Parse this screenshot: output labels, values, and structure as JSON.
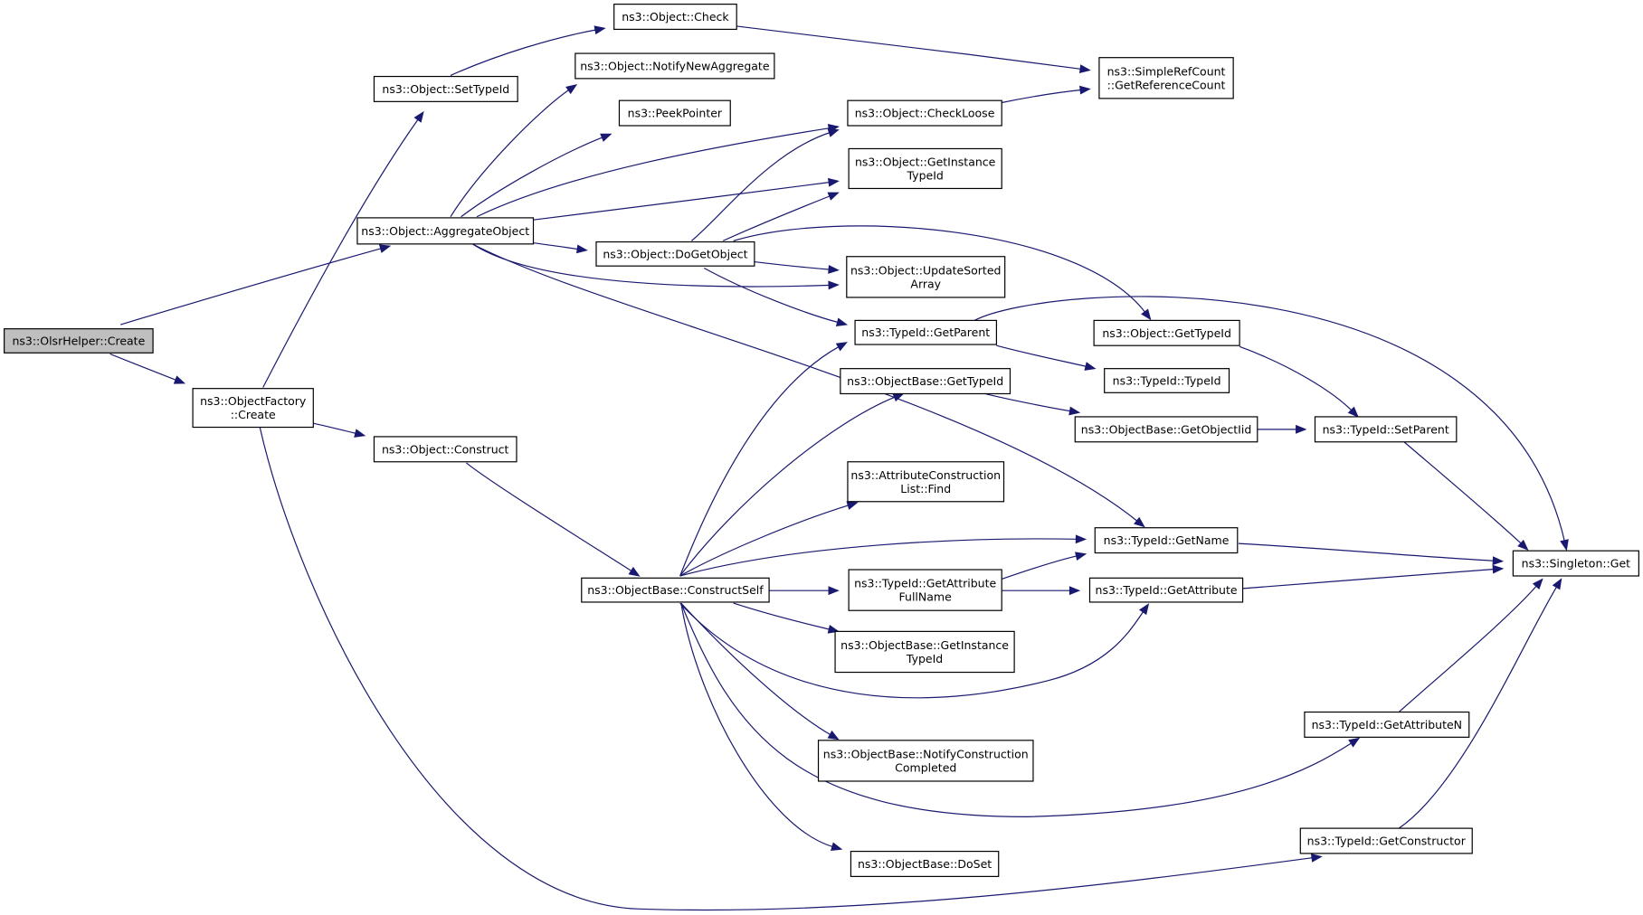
{
  "graph": {
    "colors": {
      "edge": "#191970",
      "node_border": "#000000",
      "root_fill": "#bfbfbf",
      "node_fill": "#ffffff"
    },
    "nodes": [
      {
        "id": "olsr_create",
        "lines": [
          "ns3::OlsrHelper::Create"
        ],
        "root": true
      },
      {
        "id": "of_create",
        "lines": [
          "ns3::ObjectFactory",
          "::Create"
        ]
      },
      {
        "id": "set_typeid",
        "lines": [
          "ns3::Object::SetTypeId"
        ]
      },
      {
        "id": "aggregate",
        "lines": [
          "ns3::Object::AggregateObject"
        ]
      },
      {
        "id": "construct",
        "lines": [
          "ns3::Object::Construct"
        ]
      },
      {
        "id": "check",
        "lines": [
          "ns3::Object::Check"
        ]
      },
      {
        "id": "notify_new_agg",
        "lines": [
          "ns3::Object::NotifyNewAggregate"
        ]
      },
      {
        "id": "peek_pointer",
        "lines": [
          "ns3::PeekPointer"
        ]
      },
      {
        "id": "check_loose",
        "lines": [
          "ns3::Object::CheckLoose"
        ]
      },
      {
        "id": "get_instance_typeid",
        "lines": [
          "ns3::Object::GetInstance",
          "TypeId"
        ]
      },
      {
        "id": "do_get_object",
        "lines": [
          "ns3::Object::DoGetObject"
        ]
      },
      {
        "id": "update_sorted",
        "lines": [
          "ns3::Object::UpdateSorted",
          "Array"
        ]
      },
      {
        "id": "simple_refcount",
        "lines": [
          "ns3::SimpleRefCount",
          "::GetReferenceCount"
        ]
      },
      {
        "id": "typeid_getparent",
        "lines": [
          "ns3::TypeId::GetParent"
        ]
      },
      {
        "id": "object_gettypeid",
        "lines": [
          "ns3::Object::GetTypeId"
        ]
      },
      {
        "id": "typeid_typeid",
        "lines": [
          "ns3::TypeId::TypeId"
        ]
      },
      {
        "id": "objectbase_gettypeid",
        "lines": [
          "ns3::ObjectBase::GetTypeId"
        ]
      },
      {
        "id": "objectbase_getobjectiid",
        "lines": [
          "ns3::ObjectBase::GetObjectIid"
        ]
      },
      {
        "id": "typeid_setparent",
        "lines": [
          "ns3::TypeId::SetParent"
        ]
      },
      {
        "id": "attr_find",
        "lines": [
          "ns3::AttributeConstruction",
          "List::Find"
        ]
      },
      {
        "id": "typeid_getname",
        "lines": [
          "ns3::TypeId::GetName"
        ]
      },
      {
        "id": "construct_self",
        "lines": [
          "ns3::ObjectBase::ConstructSelf"
        ]
      },
      {
        "id": "getattr_fullname",
        "lines": [
          "ns3::TypeId::GetAttribute",
          "FullName"
        ]
      },
      {
        "id": "typeid_getattribute",
        "lines": [
          "ns3::TypeId::GetAttribute"
        ]
      },
      {
        "id": "singleton_get",
        "lines": [
          "ns3::Singleton::Get"
        ]
      },
      {
        "id": "objectbase_getinstance",
        "lines": [
          "ns3::ObjectBase::GetInstance",
          "TypeId"
        ]
      },
      {
        "id": "typeid_getattributen",
        "lines": [
          "ns3::TypeId::GetAttributeN"
        ]
      },
      {
        "id": "notify_construction",
        "lines": [
          "ns3::ObjectBase::NotifyConstruction",
          "Completed"
        ]
      },
      {
        "id": "typeid_getconstructor",
        "lines": [
          "ns3::TypeId::GetConstructor"
        ]
      },
      {
        "id": "objectbase_doset",
        "lines": [
          "ns3::ObjectBase::DoSet"
        ]
      }
    ],
    "edges": [
      {
        "from": "olsr_create",
        "to": "aggregate"
      },
      {
        "from": "olsr_create",
        "to": "of_create"
      },
      {
        "from": "of_create",
        "to": "set_typeid"
      },
      {
        "from": "of_create",
        "to": "construct"
      },
      {
        "from": "of_create",
        "to": "typeid_getconstructor"
      },
      {
        "from": "set_typeid",
        "to": "check"
      },
      {
        "from": "check",
        "to": "simple_refcount"
      },
      {
        "from": "aggregate",
        "to": "notify_new_agg"
      },
      {
        "from": "aggregate",
        "to": "peek_pointer"
      },
      {
        "from": "aggregate",
        "to": "check_loose"
      },
      {
        "from": "aggregate",
        "to": "get_instance_typeid"
      },
      {
        "from": "aggregate",
        "to": "do_get_object"
      },
      {
        "from": "aggregate",
        "to": "update_sorted"
      },
      {
        "from": "aggregate",
        "to": "typeid_getname"
      },
      {
        "from": "check_loose",
        "to": "simple_refcount"
      },
      {
        "from": "do_get_object",
        "to": "check_loose"
      },
      {
        "from": "do_get_object",
        "to": "get_instance_typeid"
      },
      {
        "from": "do_get_object",
        "to": "object_gettypeid"
      },
      {
        "from": "do_get_object",
        "to": "update_sorted"
      },
      {
        "from": "do_get_object",
        "to": "typeid_getparent"
      },
      {
        "from": "typeid_getparent",
        "to": "typeid_typeid"
      },
      {
        "from": "typeid_getparent",
        "to": "singleton_get"
      },
      {
        "from": "object_gettypeid",
        "to": "typeid_setparent"
      },
      {
        "from": "objectbase_gettypeid",
        "to": "objectbase_getobjectiid"
      },
      {
        "from": "objectbase_getobjectiid",
        "to": "typeid_setparent"
      },
      {
        "from": "typeid_setparent",
        "to": "singleton_get"
      },
      {
        "from": "construct",
        "to": "construct_self"
      },
      {
        "from": "construct_self",
        "to": "typeid_getparent"
      },
      {
        "from": "construct_self",
        "to": "objectbase_gettypeid"
      },
      {
        "from": "construct_self",
        "to": "attr_find"
      },
      {
        "from": "construct_self",
        "to": "typeid_getname"
      },
      {
        "from": "construct_self",
        "to": "getattr_fullname"
      },
      {
        "from": "construct_self",
        "to": "objectbase_getinstance"
      },
      {
        "from": "construct_self",
        "to": "typeid_getattribute"
      },
      {
        "from": "construct_self",
        "to": "notify_construction"
      },
      {
        "from": "construct_self",
        "to": "typeid_getattributen"
      },
      {
        "from": "construct_self",
        "to": "objectbase_doset"
      },
      {
        "from": "getattr_fullname",
        "to": "typeid_getname"
      },
      {
        "from": "getattr_fullname",
        "to": "typeid_getattribute"
      },
      {
        "from": "typeid_getname",
        "to": "singleton_get"
      },
      {
        "from": "typeid_getattribute",
        "to": "singleton_get"
      },
      {
        "from": "typeid_getattributen",
        "to": "singleton_get"
      },
      {
        "from": "typeid_getconstructor",
        "to": "singleton_get"
      }
    ]
  }
}
